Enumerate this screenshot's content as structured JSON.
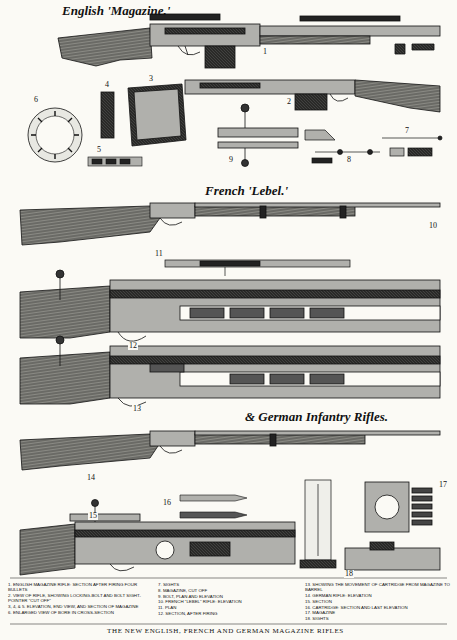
{
  "diagram": {
    "caption": "THE NEW ENGLISH, FRENCH AND GERMAN MAGAZINE RIFLES",
    "labels": [
      "English 'Magazine.'",
      "French 'Lebel.'",
      "& German Infantry Rifles.",
      "1",
      "2",
      "3",
      "4",
      "5",
      "6",
      "7",
      "8",
      "9",
      "10",
      "11",
      "12",
      "13",
      "14",
      "15",
      "16",
      "17",
      "18",
      "1. ENGLISH MAGAZINE RIFLE: SECTION AFTER FIRING FOUR BULLETS",
      "2. VIEW OF RIFLE, SHOWING LOCKING-BOLT AND BOLT SIGHT-POINTER \"CUT OFF\"",
      "3, 4, & 5. ELEVATION, END VIEW, AND SECTION OF MAGAZINE",
      "6. ENLARGED VIEW OF BORE IN CROSS-SECTION",
      "7. SIGHTS",
      "8. MAGAZINE, CUT OFF",
      "9. BOLT, PLAN AND ELEVATION",
      "10. FRENCH \"LEBEL\" RIFLE: ELEVATION",
      "11. PLAN",
      "12. SECTION, AFTER FIRING",
      "13. SHOWING THE MOVEMENT OF CARTRIDGE FROM MAGAZINE TO BARREL",
      "14. GERMAN RIFLE: ELEVATION",
      "15. SECTION",
      "16. CARTRIDGE: SECTION AND LAST ELEVATION",
      "17. MAGAZINE",
      "18. SIGHTS"
    ]
  }
}
